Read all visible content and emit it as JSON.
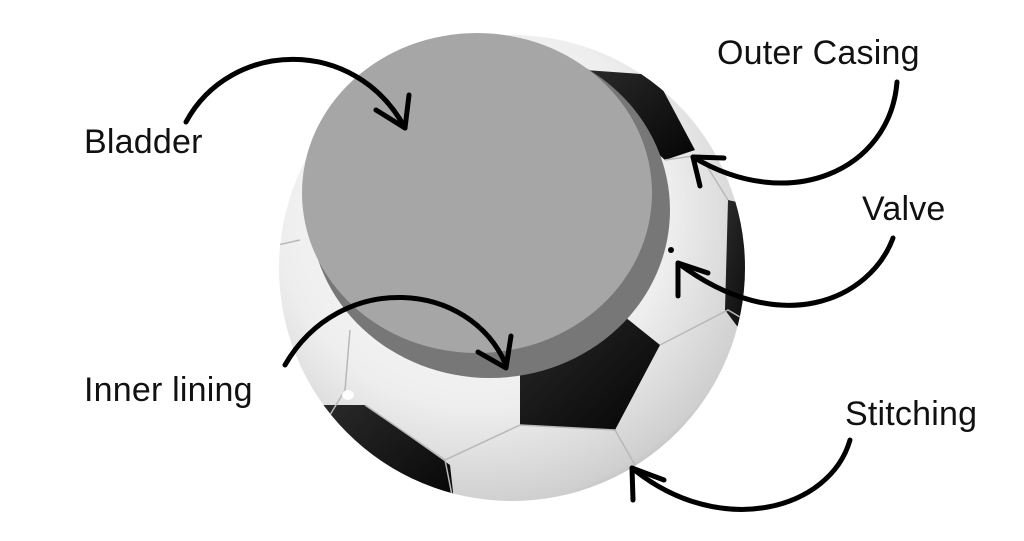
{
  "diagram": {
    "subject": "Soccer ball anatomy",
    "labels": {
      "bladder": "Bladder",
      "outer_casing": "Outer Casing",
      "valve": "Valve",
      "inner_lining": "Inner lining",
      "stitching": "Stitching"
    },
    "colors": {
      "background": "#ffffff",
      "text": "#111111",
      "arrow": "#000000",
      "bladder_face": "#a6a6a6",
      "bladder_rim": "#777777",
      "ball_white": "#f2f2f2",
      "ball_black": "#0a0a0a"
    }
  }
}
